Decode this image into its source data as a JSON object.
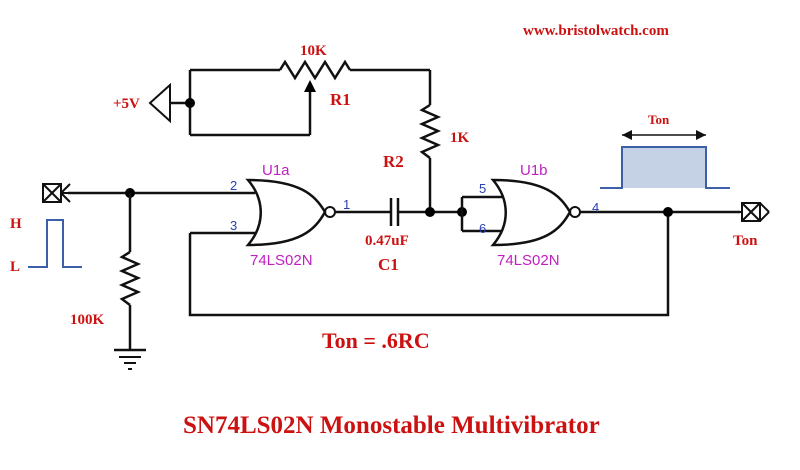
{
  "website": "www.bristolwatch.com",
  "title": "SN74LS02N Monostable Multivibrator",
  "formula": "Ton =  .6RC",
  "supply": "+5V",
  "r1": {
    "name": "R1",
    "value": "10K"
  },
  "r2": {
    "name": "R2",
    "value": "1K"
  },
  "c1": {
    "name": "C1",
    "value": "0.47uF"
  },
  "pulldown": {
    "value": "100K"
  },
  "gate_a": {
    "name": "U1a",
    "part": "74LS02N",
    "pins": {
      "in1": "2",
      "in2": "3",
      "out": "1"
    }
  },
  "gate_b": {
    "name": "U1b",
    "part": "74LS02N",
    "pins": {
      "in1": "5",
      "in2": "6",
      "out": "4"
    }
  },
  "input_levels": {
    "high": "H",
    "low": "L"
  },
  "output_label": "Ton",
  "pulse_label": "Ton",
  "colors": {
    "label_red": "#cc1111",
    "gate_text": "#c020c0",
    "pin_text": "#2a3fb0",
    "pulse_fill": "#c5d2e6",
    "pulse_stroke": "#3d5fa8"
  }
}
